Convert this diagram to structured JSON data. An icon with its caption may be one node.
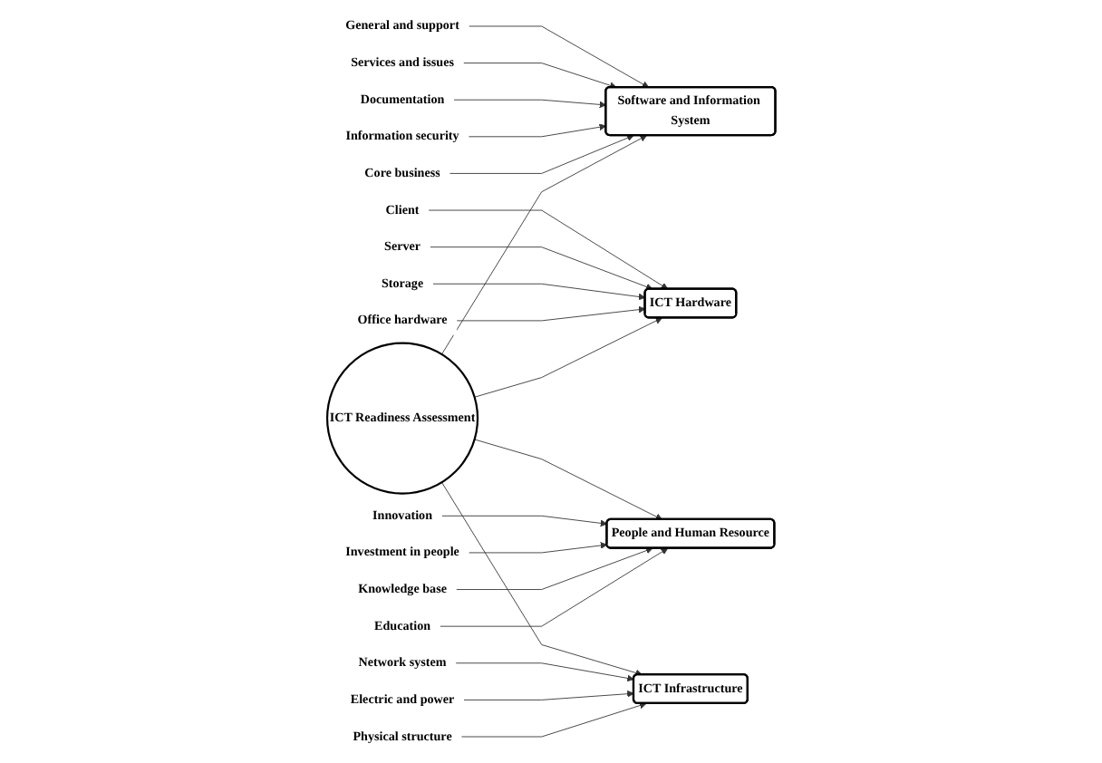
{
  "diagram": {
    "nodes": [
      {
        "text": [
          "General and support"
        ]
      },
      {
        "text": [
          "Services and issues"
        ]
      },
      {
        "text": [
          "Documentation"
        ]
      },
      {
        "text": [
          "Information security"
        ]
      },
      {
        "text": [
          "Core business"
        ]
      },
      {
        "text": [
          "Client"
        ]
      },
      {
        "text": [
          "Server"
        ]
      },
      {
        "text": [
          "Storage"
        ]
      },
      {
        "text": [
          "Office hardware"
        ]
      },
      {
        "text": [
          "Software and Information System"
        ]
      },
      {
        "text": [
          "ICT Hardware"
        ]
      },
      {
        "text": [
          "ICT Readiness Assessment"
        ]
      },
      {
        "text": [
          "People and Human Resource"
        ]
      },
      {
        "text": [
          "ICT Infrastructure"
        ]
      },
      {
        "text": [
          "Innovation"
        ]
      },
      {
        "text": [
          "Investment in people"
        ]
      },
      {
        "text": [
          "Knowledge base"
        ]
      },
      {
        "text": [
          "Education"
        ]
      },
      {
        "text": [
          "Network system"
        ]
      },
      {
        "text": [
          "Electric and power"
        ]
      },
      {
        "text": [
          "Physical structure"
        ]
      }
    ],
    "edges": [
      {
        "from": 0,
        "to": 9,
        "arrow": "to"
      },
      {
        "from": 1,
        "to": 9,
        "arrow": "to"
      },
      {
        "from": 2,
        "to": 9,
        "arrow": "to"
      },
      {
        "from": 3,
        "to": 9,
        "arrow": "to"
      },
      {
        "from": 4,
        "to": 9,
        "arrow": "to"
      },
      {
        "from": 5,
        "to": 10,
        "arrow": "to"
      },
      {
        "from": 6,
        "to": 10,
        "arrow": "to"
      },
      {
        "from": 7,
        "to": 10,
        "arrow": "to"
      },
      {
        "from": 8,
        "to": 10,
        "arrow": "to"
      },
      {
        "from": 11,
        "to": 9,
        "arrow": "to"
      },
      {
        "from": 11,
        "to": 10,
        "arrow": "to"
      },
      {
        "from": 11,
        "to": 12,
        "arrow": "to"
      },
      {
        "from": 11,
        "to": 13,
        "arrow": "to"
      },
      {
        "from": 14,
        "to": 12,
        "arrow": "to"
      },
      {
        "from": 15,
        "to": 12,
        "arrow": "to"
      },
      {
        "from": 16,
        "to": 12,
        "arrow": "to"
      },
      {
        "from": 17,
        "to": 12,
        "arrow": "to"
      },
      {
        "from": 18,
        "to": 13,
        "arrow": "to"
      },
      {
        "from": 19,
        "to": 13,
        "arrow": "to"
      },
      {
        "from": 20,
        "to": 13,
        "arrow": "to"
      }
    ]
  }
}
